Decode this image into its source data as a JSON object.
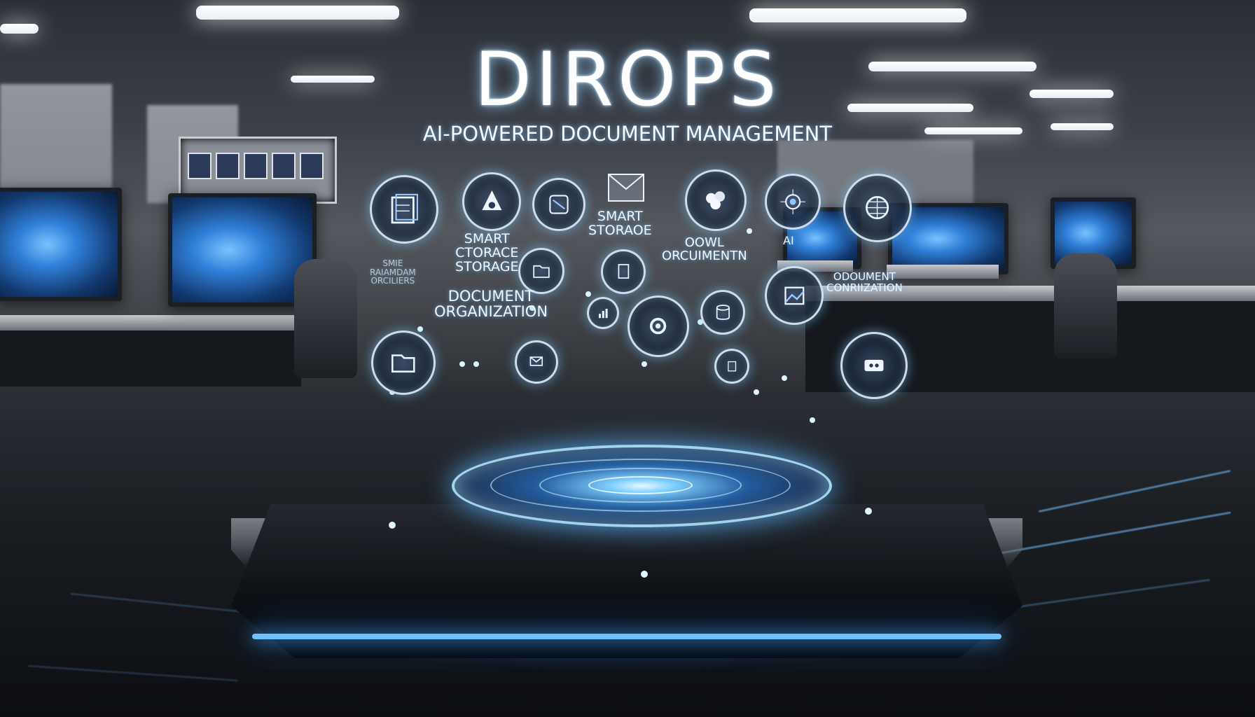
{
  "branding": {
    "title": "DIROPS",
    "tagline": "AI-POWERED DOCUMENT MANAGEMENT"
  },
  "labels": {
    "smart_storage_left": "SMART\nCTORACE\nSTORAGE",
    "document_organization": "DOCUMENT\nORGANIZATION",
    "smart_storage_center": "SMART\nSTORAOE",
    "document_center": "OOWL\nORCUIMENTN",
    "ai": "AI",
    "document_right": "ODOUMENT\nCONRIIZATION",
    "faint_left": "SMIE\nRAIAMDAM\nORCILIERS"
  },
  "colors": {
    "glow": "#6ec3ff",
    "accent": "#2a86ff",
    "text": "#ffffff"
  },
  "icons": [
    "document-stack-icon",
    "security-bell-icon",
    "scanner-icon",
    "envelope-icon",
    "cloud-cluster-icon",
    "brain-chip-icon",
    "grid-globe-icon",
    "folder-icon",
    "file-icon",
    "gear-icon",
    "mail-icon",
    "chart-icon",
    "database-icon",
    "image-icon",
    "keyboard-icon"
  ]
}
